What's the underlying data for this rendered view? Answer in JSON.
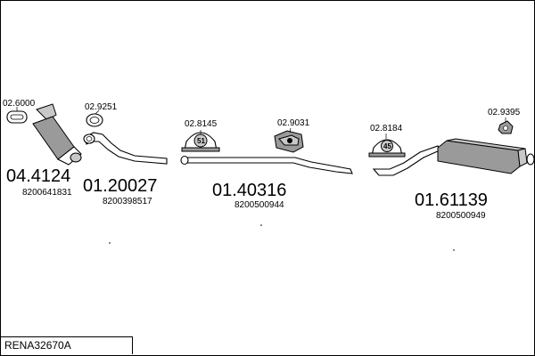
{
  "diagram_code": "RENA32670A",
  "parts": [
    {
      "ref": "02.6000"
    },
    {
      "ref": "02.9251"
    },
    {
      "ref": "04.4124",
      "oem": "8200641831"
    },
    {
      "ref": "01.20027",
      "oem": "8200398517"
    },
    {
      "ref": "02.8145",
      "badge": "51"
    },
    {
      "ref": "02.9031"
    },
    {
      "ref": "01.40316",
      "oem": "8200500944"
    },
    {
      "ref": "02.8184",
      "badge": "45"
    },
    {
      "ref": "02.9395"
    },
    {
      "ref": "01.61139",
      "oem": "8200500949"
    }
  ]
}
